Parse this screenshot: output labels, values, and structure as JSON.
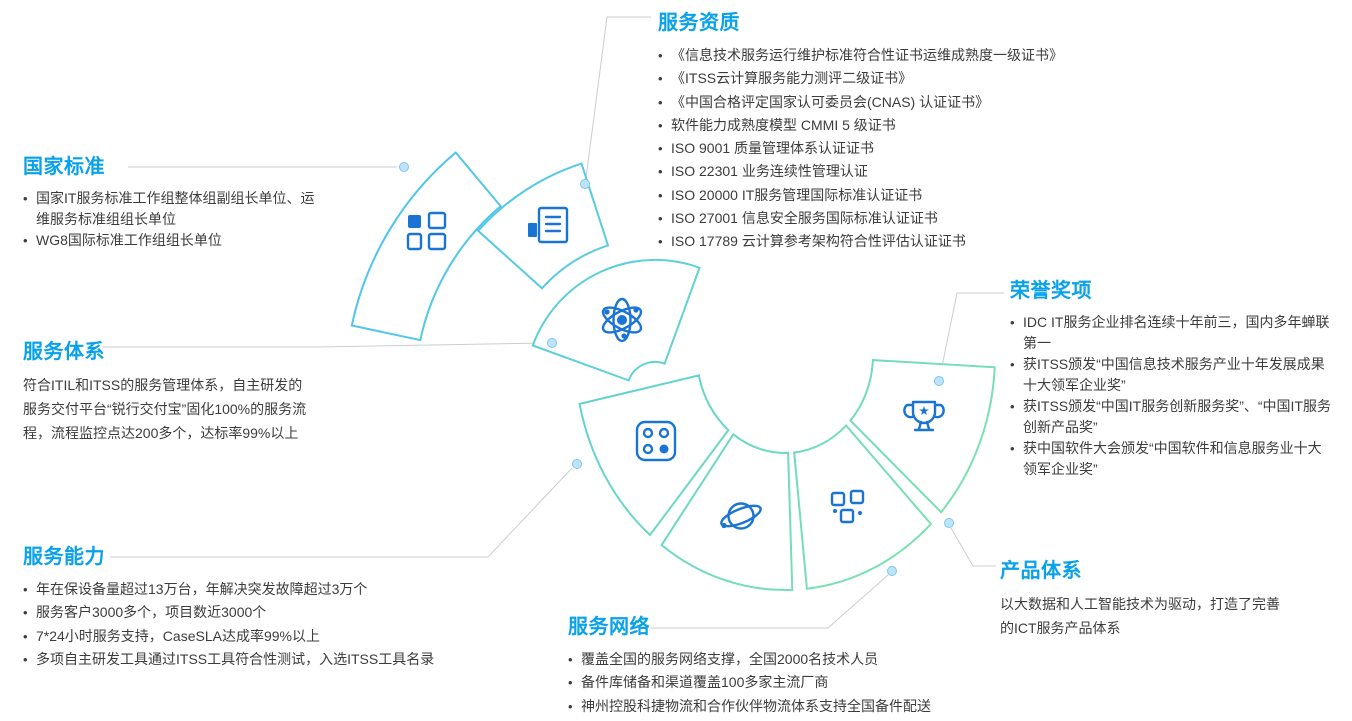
{
  "colors": {
    "accent": "#09a2ea",
    "icon_blue": "#1a74d4",
    "ring_grad_start": "#49c3f2",
    "ring_grad_end": "#83e6a6",
    "leader_line": "#c9ced4",
    "dot_fill": "#bfe3f8",
    "dot_stroke": "#79c8f0",
    "text": "#3c3c3c"
  },
  "wedges": [
    {
      "icon": "dashboard-grid-icon"
    },
    {
      "icon": "certificate-document-icon"
    },
    {
      "icon": "atom-network-icon"
    },
    {
      "icon": "dots-grid-icon"
    },
    {
      "icon": "planet-orbit-icon"
    },
    {
      "icon": "cubes-icon"
    },
    {
      "icon": "trophy-icon"
    }
  ],
  "sections": {
    "national_standards": {
      "title": "国家标准",
      "items": [
        "国家IT服务标准工作组整体组副组长单位、运维服务标准组组长单位",
        "WG8国际标准工作组组长单位"
      ]
    },
    "service_qualifications": {
      "title": "服务资质",
      "items": [
        "《信息技术服务运行维护标准符合性证书运维成熟度一级证书》",
        "《ITSS云计算服务能力测评二级证书》",
        "《中国合格评定国家认可委员会(CNAS) 认证证书》",
        "软件能力成熟度模型 CMMI 5 级证书",
        "ISO 9001 质量管理体系认证证书",
        "ISO 22301 业务连续性管理认证",
        "ISO 20000 IT服务管理国际标准认证证书",
        "ISO 27001 信息安全服务国际标准认证证书",
        "ISO 17789 云计算参考架构符合性评估认证证书"
      ]
    },
    "service_system": {
      "title": "服务体系",
      "paragraph": "符合ITIL和ITSS的服务管理体系，自主研发的服务交付平台“锐行交付宝”固化100%的服务流程，流程监控点达200多个，达标率99%以上"
    },
    "honors_awards": {
      "title": "荣誉奖项",
      "items": [
        "IDC IT服务企业排名连续十年前三，国内多年蝉联第一",
        "获ITSS颁发“中国信息技术服务产业十年发展成果十大领军企业奖”",
        "获ITSS颁发“中国IT服务创新服务奖”、“中国IT服务创新产品奖”",
        "获中国软件大会颁发“中国软件和信息服务业十大领军企业奖”"
      ]
    },
    "service_capability": {
      "title": "服务能力",
      "items": [
        "年在保设备量超过13万台，年解决突发故障超过3万个",
        "服务客户3000多个，项目数近3000个",
        "7*24小时服务支持，CaseSLA达成率99%以上",
        "多项自主研发工具通过ITSS工具符合性测试，入选ITSS工具名录"
      ]
    },
    "service_network": {
      "title": "服务网络",
      "items": [
        "覆盖全国的服务网络支撑，全国2000名技术人员",
        "备件库储备和渠道覆盖100多家主流厂商",
        "神州控股科捷物流和合作伙伴物流体系支持全国备件配送"
      ]
    },
    "product_system": {
      "title": "产品体系",
      "paragraph": "以大数据和人工智能技术为驱动，打造了完善的ICT服务产品体系"
    }
  }
}
